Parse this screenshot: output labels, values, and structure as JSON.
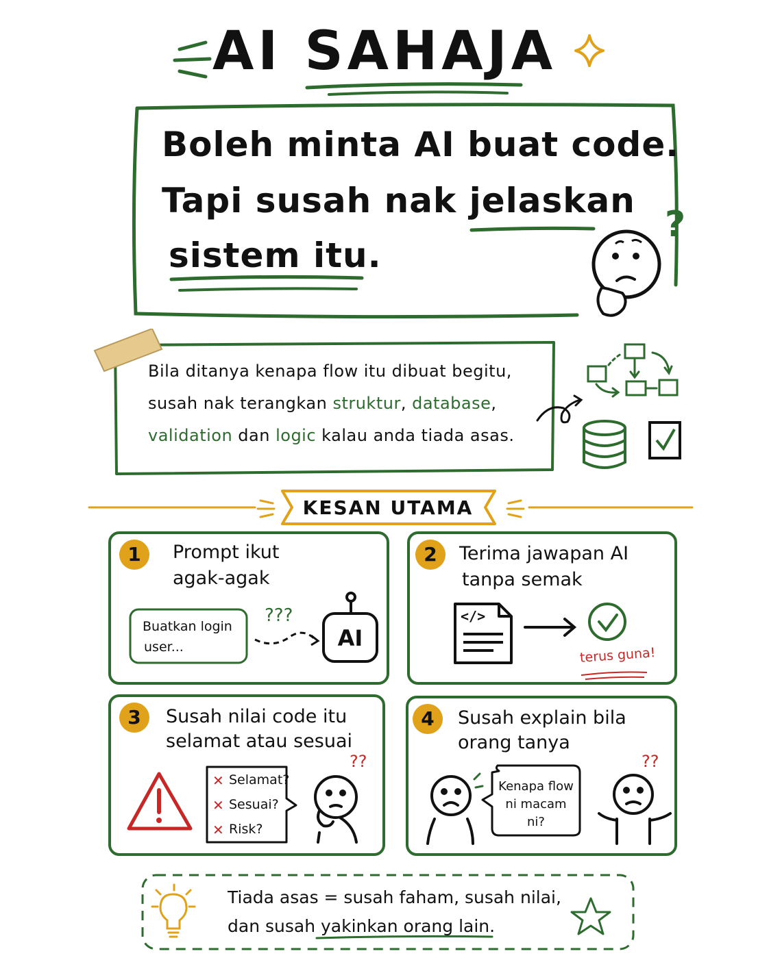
{
  "title": "AI SAHAJA",
  "hero": {
    "line1": "Boleh minta AI buat code.",
    "line2": "Tapi susah nak jelaskan",
    "line3": "sistem itu."
  },
  "intro": {
    "line1": "Bila ditanya kenapa flow itu dibuat begitu,",
    "line2_a": "susah nak terangkan ",
    "line2_b": "struktur",
    "line2_c": ", ",
    "line2_d": "database",
    "line2_e": ",",
    "line3_a": "validation",
    "line3_b": " dan ",
    "line3_c": "logic",
    "line3_d": " kalau anda tiada asas."
  },
  "section_label": "KESAN UTAMA",
  "cards": [
    {
      "number": "1",
      "title_line1": "Prompt ikut",
      "title_line2": "agak-agak",
      "prompt_line1": "Buatkan login",
      "prompt_line2": "user...",
      "question": "???",
      "ai_label": "AI"
    },
    {
      "number": "2",
      "title_line1": "Terima jawapan AI",
      "title_line2": "tanpa semak",
      "code_symbol": "</>",
      "note": "terus guna!"
    },
    {
      "number": "3",
      "title_line1": "Susah nilai code itu",
      "title_line2": "selamat atau sesuai",
      "checks": [
        "Selamat?",
        "Sesuai?",
        "Risk?"
      ],
      "question": "??"
    },
    {
      "number": "4",
      "title_line1": "Susah explain bila",
      "title_line2": "orang tanya",
      "bubble_line1": "Kenapa flow",
      "bubble_line2": "ni macam",
      "bubble_line3": "ni?",
      "question": "??"
    }
  ],
  "footer": {
    "line1": "Tiada asas = susah faham, susah nilai,",
    "line2": "dan susah yakinkan orang lain."
  },
  "colors": {
    "green": "#2e6b2e",
    "gold": "#e0a11b",
    "red": "#c62828",
    "ink": "#111111"
  }
}
